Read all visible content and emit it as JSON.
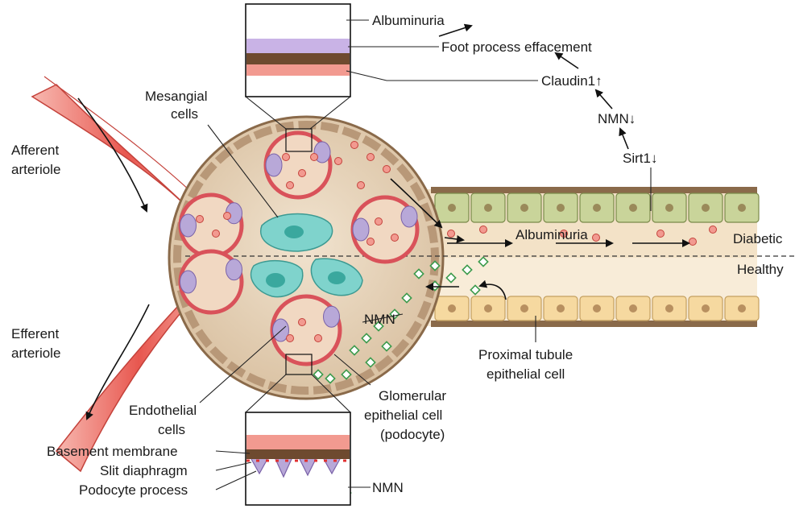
{
  "labels": {
    "albuminuria_top": "Albuminuria",
    "foot_process_effacement": "Foot process effacement",
    "claudin1": "Claudin1↑",
    "nmn_down": "NMN↓",
    "sirt1": "Sirt1↓",
    "mesangial_1": "Mesangial",
    "mesangial_2": "cells",
    "afferent_1": "Afferent",
    "afferent_2": "arteriole",
    "efferent_1": "Efferent",
    "efferent_2": "arteriole",
    "albuminuria_tubule": "Albuminuria",
    "diabetic": "Diabetic",
    "healthy": "Healthy",
    "nmn_mid": "NMN",
    "proximal_1": "Proximal tubule",
    "proximal_2": "epithelial cell",
    "endothelial_1": "Endothelial",
    "endothelial_2": "cells",
    "glomerular_1": "Glomerular",
    "glomerular_2": "epithelial cell",
    "glomerular_3": "(podocyte)",
    "basement_membrane": "Basement membrane",
    "slit_diaphragm": "Slit diaphragm",
    "podocyte_process": "Podocyte process",
    "nmn_bottom": "NMN"
  },
  "colors": {
    "arteriole": "#e8574f",
    "capsule": "#a57d5c",
    "capsule_fill": "#e9d6be",
    "capillary": "#d9525a",
    "podocyte": "#b8a8d8",
    "mesangial": "#7fd3cc",
    "tubule_diabetic": "#c9d49a",
    "tubule_healthy": "#f6d9a0",
    "nmn": "#3b9a4b",
    "rbc": "#e87b6a"
  }
}
